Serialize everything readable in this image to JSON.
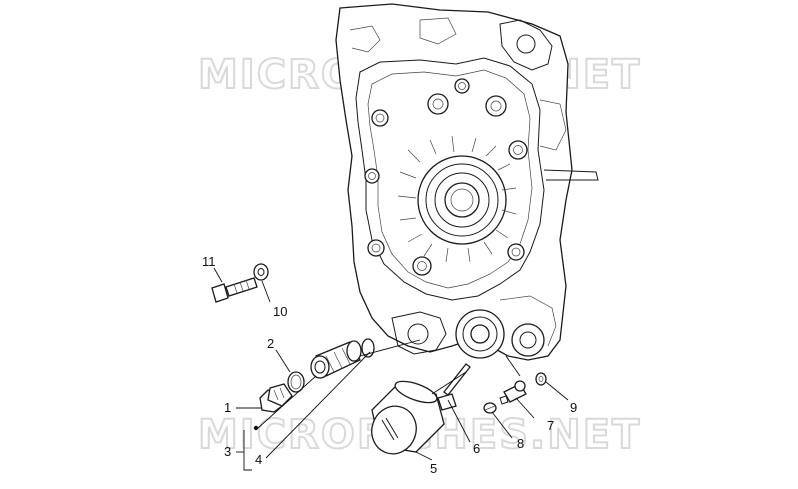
{
  "watermark": {
    "top": "MICROFICHES.NET",
    "bottom": "MICROFICHES.NET"
  },
  "callouts": [
    {
      "id": "1",
      "label": "1"
    },
    {
      "id": "2",
      "label": "2"
    },
    {
      "id": "3",
      "label": "3"
    },
    {
      "id": "4",
      "label": "4"
    },
    {
      "id": "5",
      "label": "5"
    },
    {
      "id": "6",
      "label": "6"
    },
    {
      "id": "7",
      "label": "7"
    },
    {
      "id": "8",
      "label": "8"
    },
    {
      "id": "9",
      "label": "9"
    },
    {
      "id": "10",
      "label": "10"
    },
    {
      "id": "11",
      "label": "11"
    }
  ],
  "colors": {
    "line": "#1a1a1a",
    "watermark": "#d9d9d9",
    "background": "#ffffff"
  }
}
